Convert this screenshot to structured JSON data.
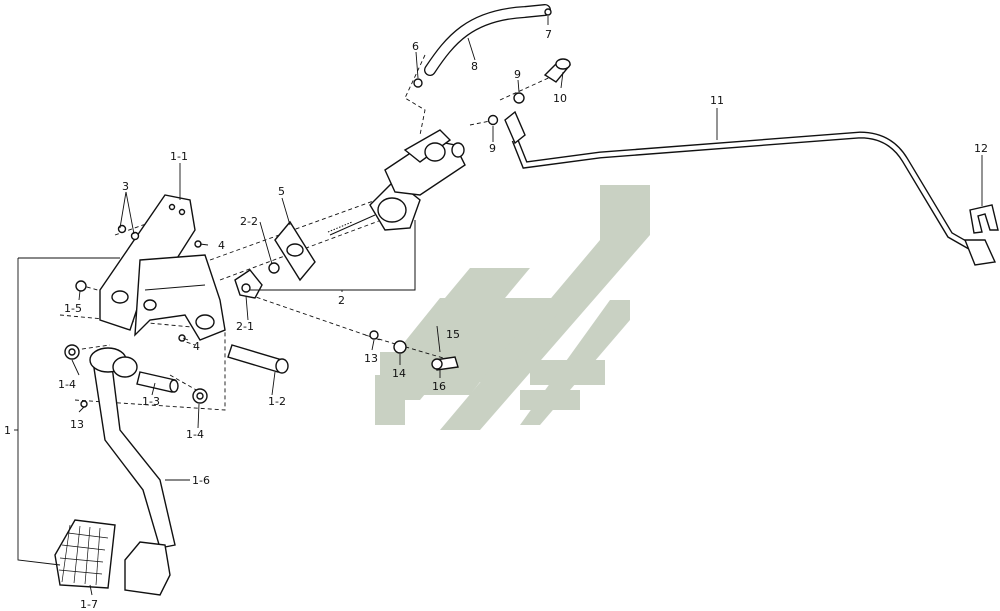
{
  "colors": {
    "line": "#111111",
    "watermark": "#c9d1c3",
    "background": "#ffffff"
  },
  "labels": {
    "l1": "1",
    "l1_1": "1-1",
    "l1_2": "1-2",
    "l1_3": "1-3",
    "l1_4a": "1-4",
    "l1_4b": "1-4",
    "l1_5": "1-5",
    "l1_6": "1-6",
    "l1_7": "1-7",
    "l2": "2",
    "l2_1": "2-1",
    "l2_2": "2-2",
    "l3": "3",
    "l4a": "4",
    "l4b": "4",
    "l5": "5",
    "l6": "6",
    "l7": "7",
    "l8": "8",
    "l9a": "9",
    "l9b": "9",
    "l10": "10",
    "l11": "11",
    "l12": "12",
    "l13a": "13",
    "l13b": "13",
    "l14": "14",
    "l15": "15",
    "l16": "16"
  }
}
